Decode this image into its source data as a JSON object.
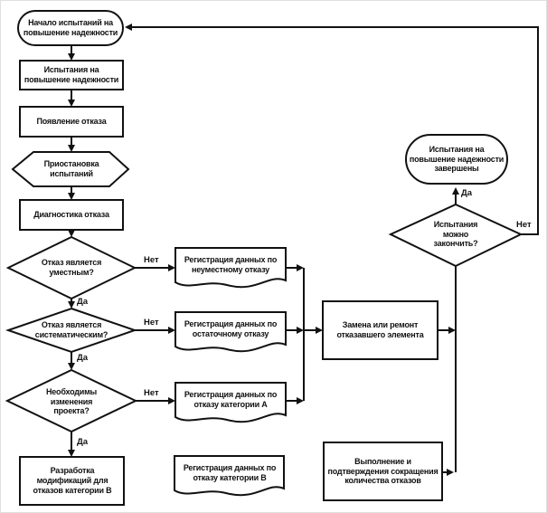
{
  "diagram": {
    "colors": {
      "line": "#111111",
      "background": "#ffffff"
    },
    "nodes": {
      "start": {
        "label": "Начало испытаний на повышение надежности",
        "shape": "terminator"
      },
      "test": {
        "label": "Испытания на повышение надежности",
        "shape": "process"
      },
      "fail": {
        "label": "Появление отказа",
        "shape": "process"
      },
      "pause": {
        "label": "Приостановка испытаний",
        "shape": "preparation"
      },
      "diag": {
        "label": "Диагностика отказа",
        "shape": "process"
      },
      "q_apt": {
        "label": "Отказ является уместным?",
        "shape": "decision"
      },
      "q_sys": {
        "label": "Отказ является систематическим?",
        "shape": "decision"
      },
      "q_chg": {
        "label": "Необходимы изменения проекта?",
        "shape": "decision"
      },
      "dev_b": {
        "label": "Разработка модификаций для отказов категории В",
        "shape": "process"
      },
      "reg_inapt": {
        "label": "Регистрация данных по неуместному отказу",
        "shape": "document"
      },
      "reg_resid": {
        "label": "Регистрация данных по остаточному отказу",
        "shape": "document"
      },
      "reg_a": {
        "label": "Регистрация данных по отказу категории А",
        "shape": "document"
      },
      "reg_b": {
        "label": "Регистрация данных по отказу категории В",
        "shape": "document"
      },
      "replace": {
        "label": "Замена или ремонт отказавшего элемента",
        "shape": "process"
      },
      "confirm": {
        "label": "Выполнение и подтверждения сокращения количества отказов",
        "shape": "process"
      },
      "done": {
        "label": "Испытания на повышение надежности завершены",
        "shape": "terminator"
      },
      "q_end": {
        "label": "Испытания можно закончить?",
        "shape": "decision"
      }
    },
    "labels": {
      "yes": "Да",
      "no": "Нет"
    }
  }
}
